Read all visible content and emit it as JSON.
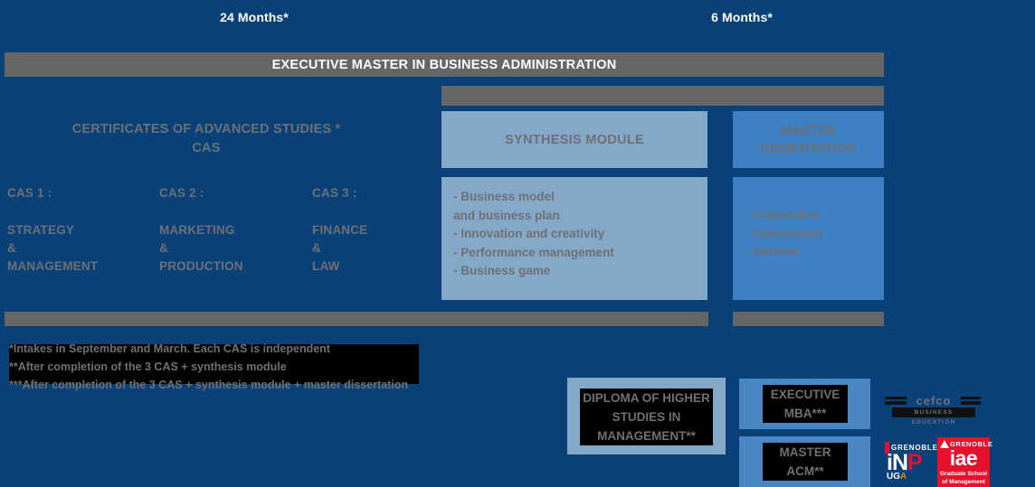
{
  "timeline": {
    "left_duration": "24 Months*",
    "right_duration": "6 Months*"
  },
  "program": {
    "title": "EXECUTIVE MASTER IN BUSINESS ADMINISTRATION"
  },
  "cas": {
    "heading": "CERTIFICATES OF ADVANCED STUDIES *\nCAS",
    "columns": [
      {
        "key": "CAS 1 :",
        "name": "STRATEGY\n&\nMANAGEMENT"
      },
      {
        "key": "CAS 2 :",
        "name": "MARKETING\n&\nPRODUCTION"
      },
      {
        "key": "CAS 3 :",
        "name": "FINANCE\n&\nLAW"
      }
    ]
  },
  "synthesis": {
    "title": "SYNTHESIS MODULE",
    "items": [
      "- Business model\n  and business plan",
      "- Innovation and creativity",
      "- Performance management",
      "- Business game"
    ]
  },
  "dissertation": {
    "title": "MASTER\nDISSERTATION",
    "items": [
      "- Preparation",
      "- Submission",
      "- Defense"
    ]
  },
  "footnotes": [
    {
      "marker": "*",
      "text": "Intakes in September and March. Each CAS is independent"
    },
    {
      "marker": "**",
      "text": "After completion of the 3 CAS + synthesis module"
    },
    {
      "marker": "***",
      "text": "After completion of the 3 CAS + synthesis module + master dissertation"
    }
  ],
  "awards": {
    "diploma": "DIPLOMA OF HIGHER STUDIES IN MANAGEMENT**",
    "executive_mba": "EXECUTIVE MBA***",
    "master_acm": "MASTER ACM**"
  },
  "logos": {
    "cefco": {
      "name": "cefco",
      "tagline": "BUSINESS EDUCATION"
    },
    "grenoble_inp": {
      "top": "GRENOBLE",
      "letters": "INP",
      "sub": "UGA"
    },
    "grenoble_iae": {
      "top": "GRENOBLE",
      "word": "iae",
      "sub": "Graduate School\nof Management"
    }
  },
  "colors": {
    "background_navy": "#0a4178",
    "gray_bar": "#666666",
    "light_blue": "#84a8c8",
    "medium_blue": "#3d80c4",
    "text_gray": "#6e7073",
    "red": "#e8112d"
  }
}
